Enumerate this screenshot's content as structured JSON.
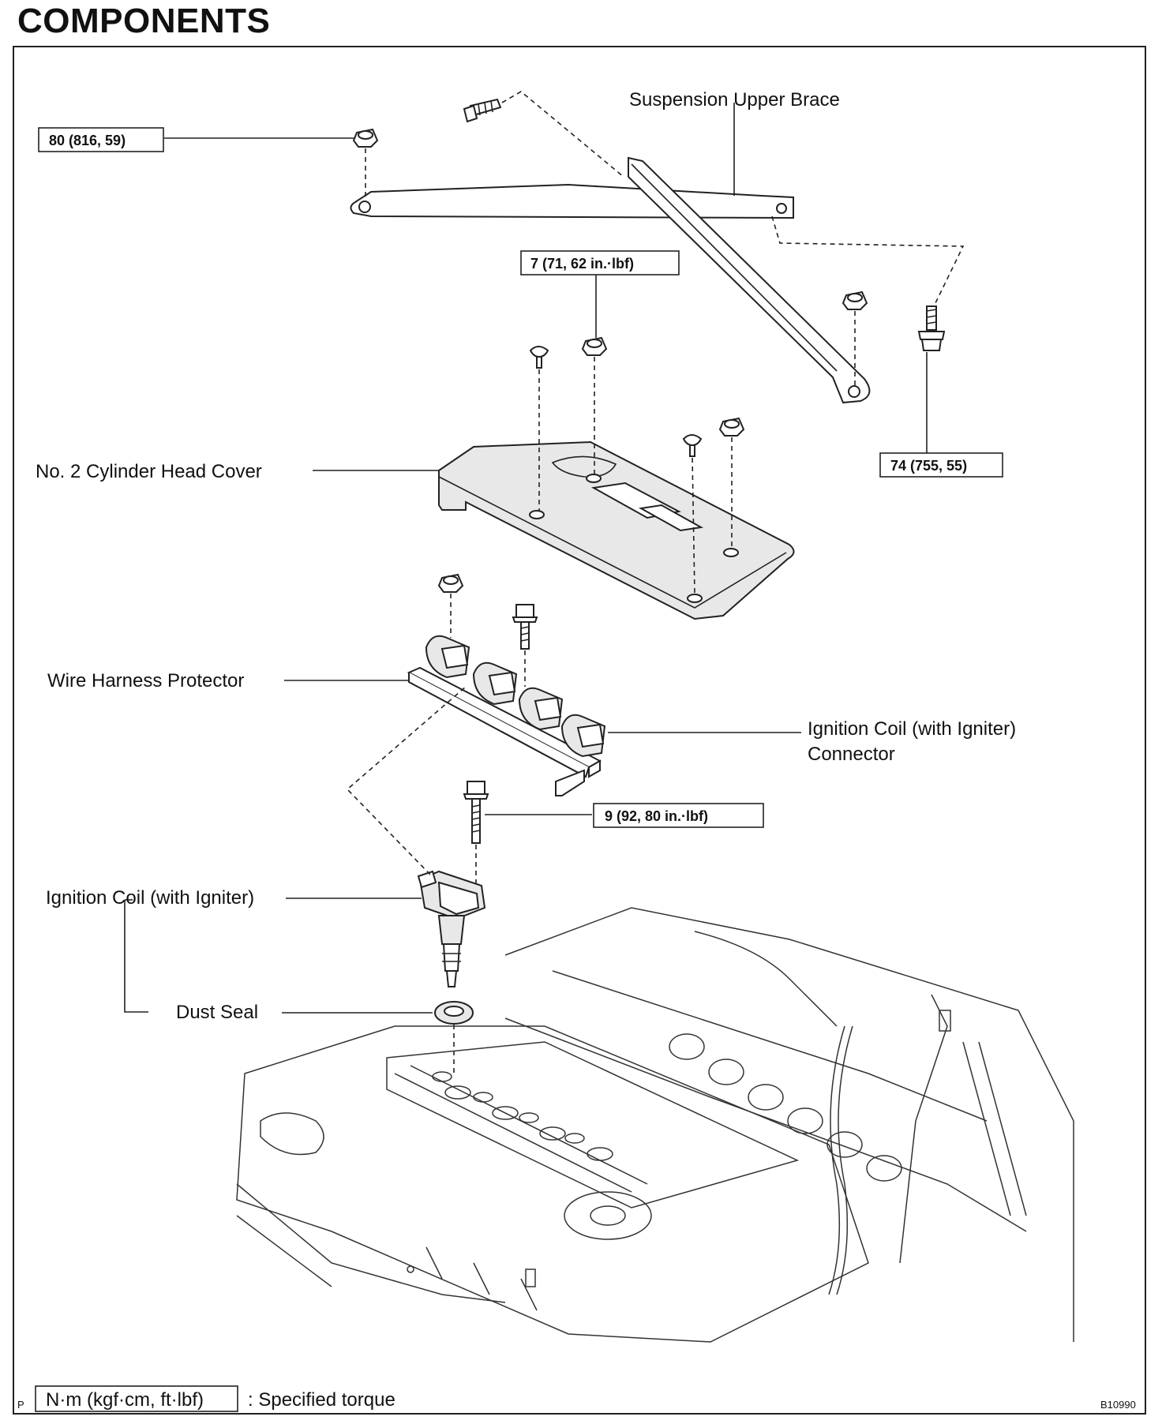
{
  "page_title": "COMPONENTS",
  "labels": {
    "suspension_upper_brace": "Suspension Upper Brace",
    "no2_cylinder_head_cover": "No. 2 Cylinder Head Cover",
    "wire_harness_protector": "Wire Harness Protector",
    "ignition_coil_connector_line1": "Ignition Coil (with Igniter)",
    "ignition_coil_connector_line2": "Connector",
    "ignition_coil": "Ignition Coil (with Igniter)",
    "dust_seal": "Dust Seal"
  },
  "torque_specs": {
    "brace_nut_left": "80 (816, 59)",
    "cover_nut": "7 (71, 62 in.·lbf)",
    "brace_bolt_right": "74 (755, 55)",
    "coil_bolt": "9 (92, 80 in.·lbf)"
  },
  "legend": {
    "unit_box": "N·m (kgf·cm, ft·lbf)",
    "description": ": Specified torque"
  },
  "corner_marks": {
    "left": "P",
    "figure_code": "B10990"
  }
}
